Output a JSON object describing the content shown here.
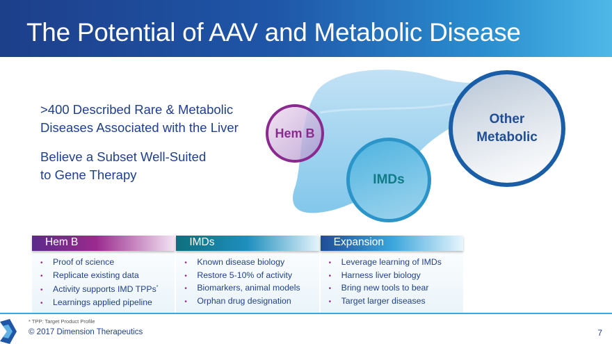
{
  "title": "The Potential of AAV and Metabolic Disease",
  "intro": {
    "line1": ">400 Described Rare & Metabolic",
    "line2": "Diseases Associated with the Liver",
    "line3": "Believe a Subset Well-Suited",
    "line4": "to Gene Therapy"
  },
  "circles": {
    "hem": "Hem B",
    "imd": "IMDs",
    "other1": "Other",
    "other2": "Metabolic"
  },
  "columns": [
    {
      "header": "Hem B",
      "items": [
        "Proof of science",
        "Replicate existing data",
        "Activity supports IMD TPPs",
        "Learnings applied pipeline"
      ],
      "sup": "*"
    },
    {
      "header": "IMDs",
      "items": [
        "Known disease biology",
        "Restore 5-10% of activity",
        "Biomarkers, animal models",
        "Orphan drug designation"
      ]
    },
    {
      "header": "Expansion",
      "items": [
        "Leverage learning of IMDs",
        "Harness liver biology",
        "Bring new tools to bear",
        "Target larger diseases"
      ]
    }
  ],
  "bullet": "•",
  "footnote": "* TPP: Target Product Profile",
  "copyright": "© 2017 Dimension Therapeutics",
  "page_number": "7",
  "colors": {
    "hem": "#8b2a8e",
    "imd": "#0f7c85",
    "expansion": "#1f4d96"
  }
}
